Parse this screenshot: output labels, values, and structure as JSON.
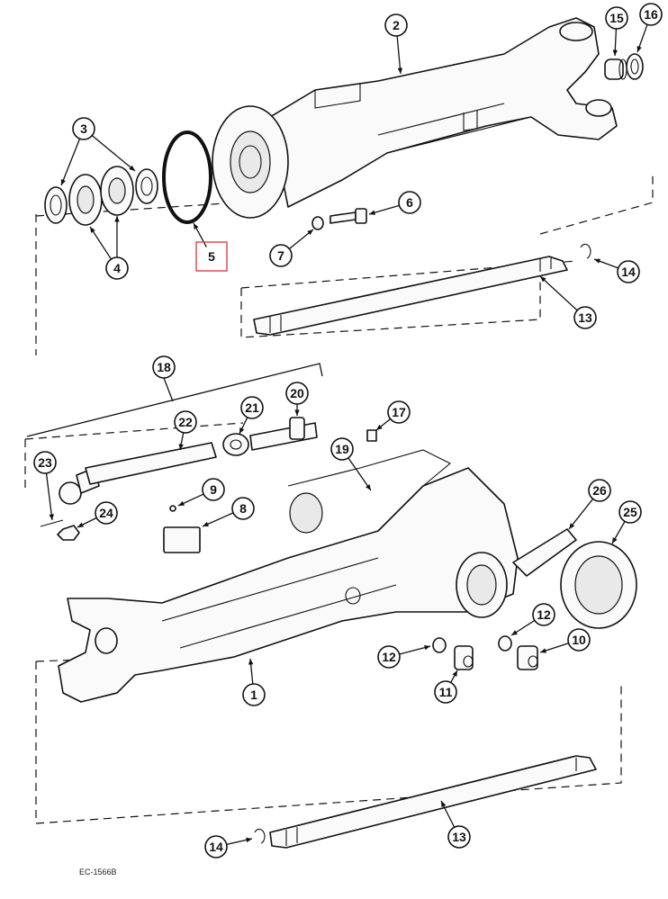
{
  "figure_code": "EC-1566B",
  "callouts": [
    {
      "id": "c2",
      "label": "2"
    },
    {
      "id": "c15",
      "label": "15"
    },
    {
      "id": "c16",
      "label": "16"
    },
    {
      "id": "c3",
      "label": "3"
    },
    {
      "id": "c4",
      "label": "4"
    },
    {
      "id": "c5",
      "label": "5",
      "highlighted": true
    },
    {
      "id": "c6",
      "label": "6"
    },
    {
      "id": "c7",
      "label": "7"
    },
    {
      "id": "c14a",
      "label": "14"
    },
    {
      "id": "c13a",
      "label": "13"
    },
    {
      "id": "c18",
      "label": "18"
    },
    {
      "id": "c20",
      "label": "20"
    },
    {
      "id": "c21",
      "label": "21"
    },
    {
      "id": "c22",
      "label": "22"
    },
    {
      "id": "c17",
      "label": "17"
    },
    {
      "id": "c19",
      "label": "19"
    },
    {
      "id": "c23",
      "label": "23"
    },
    {
      "id": "c9",
      "label": "9"
    },
    {
      "id": "c8",
      "label": "8"
    },
    {
      "id": "c24",
      "label": "24"
    },
    {
      "id": "c26",
      "label": "26"
    },
    {
      "id": "c25",
      "label": "25"
    },
    {
      "id": "c12a",
      "label": "12"
    },
    {
      "id": "c12b",
      "label": "12"
    },
    {
      "id": "c10",
      "label": "10"
    },
    {
      "id": "c11",
      "label": "11"
    },
    {
      "id": "c1",
      "label": "1"
    },
    {
      "id": "c14b",
      "label": "14"
    },
    {
      "id": "c13b",
      "label": "13"
    }
  ],
  "highlight_color": "#e04040"
}
